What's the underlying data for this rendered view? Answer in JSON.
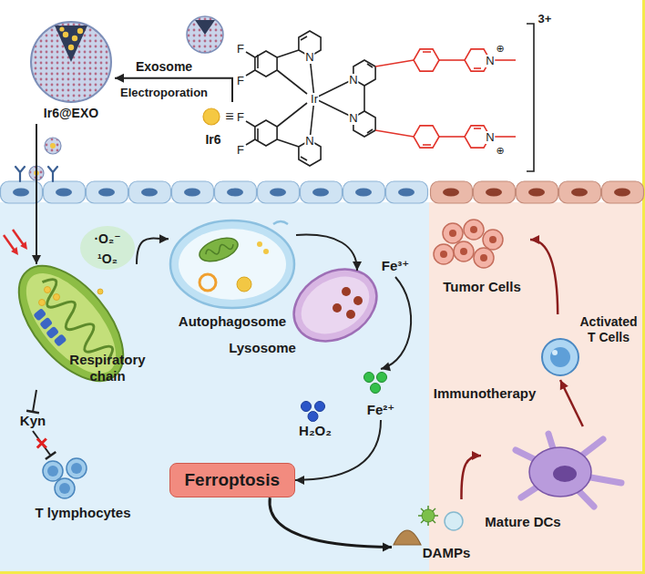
{
  "diagram": {
    "nodes": [
      {
        "text": [
          "Ir6@EXO"
        ]
      },
      {
        "text": [
          "Ir6"
        ]
      },
      {
        "text": [
          "Respiratory chain"
        ]
      },
      {
        "text": [
          "Autophagosome"
        ]
      },
      {
        "text": [
          "Tumor Cells"
        ]
      },
      {
        "text": [
          "Fe³⁺"
        ]
      },
      {
        "text": [
          "Lysosome"
        ]
      },
      {
        "text": [
          "Activated T Cells"
        ]
      },
      {
        "text": [
          "Kyn"
        ]
      },
      {
        "text": [
          "Fe²⁺"
        ]
      },
      {
        "text": [
          "Mature DCs"
        ]
      },
      {
        "text": [
          "T lymphocytes"
        ]
      },
      {
        "text": [
          "Ferroptosis"
        ]
      },
      {
        "text": [
          "DAMPs"
        ]
      }
    ],
    "edges": [
      {
        "from": 1,
        "to": 0,
        "arrow": "to"
      },
      {
        "from": 0,
        "to": 2,
        "arrow": "to"
      },
      {
        "from": 2,
        "to": 3,
        "arrow": "to"
      },
      {
        "from": 3,
        "to": 6,
        "arrow": "to"
      },
      {
        "from": 5,
        "to": 9,
        "arrow": "to"
      },
      {
        "from": 9,
        "to": 12,
        "arrow": "to"
      },
      {
        "from": 2,
        "to": 8,
        "arrow": "to"
      },
      {
        "from": 8,
        "to": 11,
        "arrow": "to"
      },
      {
        "from": 12,
        "to": 13,
        "arrow": "to"
      },
      {
        "from": 13,
        "to": 10,
        "arrow": "to"
      },
      {
        "from": 10,
        "to": 7,
        "arrow": "to"
      },
      {
        "from": 7,
        "to": 4,
        "arrow": "to"
      }
    ],
    "labels": [
      "Exosome",
      "Electroporation",
      "≡",
      "F",
      "F",
      "F",
      "F",
      "N",
      "N",
      "Ir",
      "N",
      "N",
      "N",
      "⊕",
      "N",
      "⊕",
      "3+",
      "·O₂⁻",
      "¹O₂",
      "H₂O₂",
      "Immunotherapy"
    ]
  }
}
